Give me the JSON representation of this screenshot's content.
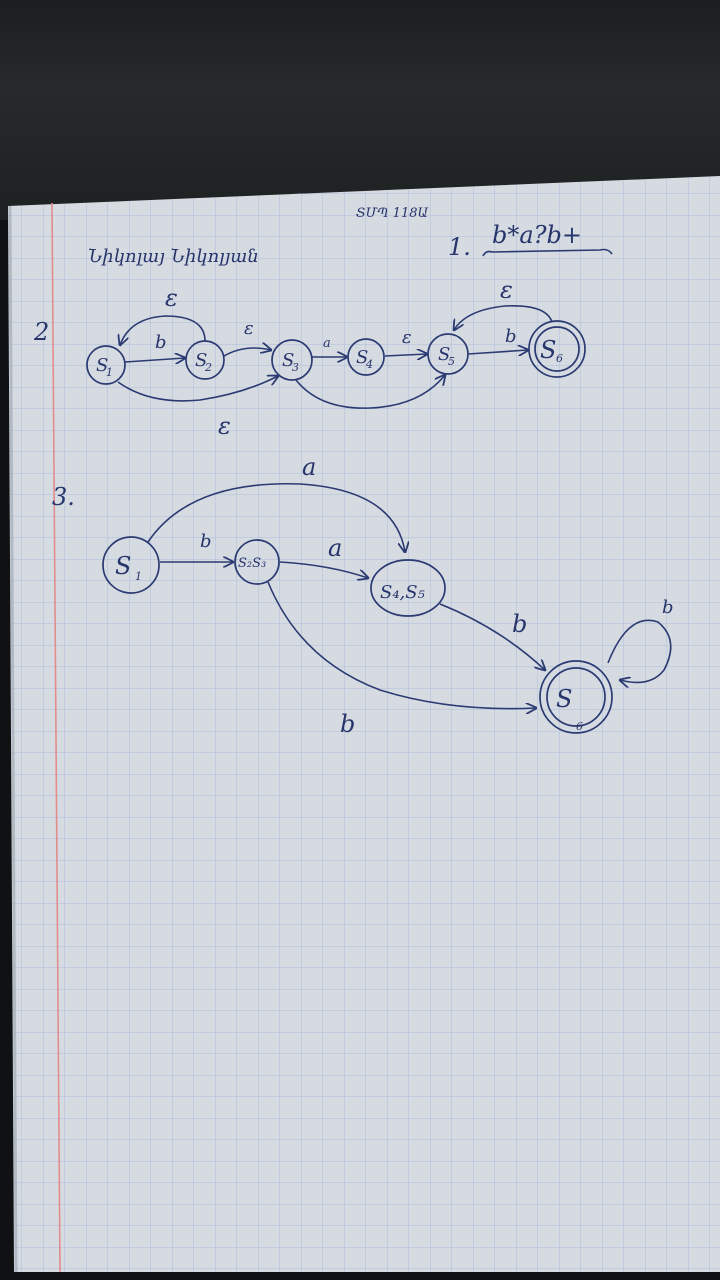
{
  "header": {
    "name": "Նիկոլայ Նիկոլյան",
    "group": "ՏՄՊ 118Ա",
    "task_number": "1.",
    "regex": "b*a?b+"
  },
  "diagram2": {
    "label": "2",
    "states": [
      {
        "name": "S",
        "sub": "1"
      },
      {
        "name": "S",
        "sub": "2"
      },
      {
        "name": "S",
        "sub": "3"
      },
      {
        "name": "S",
        "sub": "4"
      },
      {
        "name": "S",
        "sub": "5"
      },
      {
        "name": "S",
        "sub": "6"
      }
    ],
    "edges": {
      "s1_s2": "b",
      "s2_s1": "ε",
      "s2_s3": "ε",
      "s3_s4": "a",
      "s4_s5": "ε",
      "s5_s6": "b",
      "s6_s5": "ε",
      "s1_s3": "ε"
    }
  },
  "diagram3": {
    "label": "3.",
    "states": [
      {
        "name": "S",
        "sub": "1"
      },
      {
        "name": "S₂S₃",
        "sub": ""
      },
      {
        "name": "S₄,S₅",
        "sub": ""
      },
      {
        "name": "S",
        "sub": "6"
      }
    ],
    "edges": {
      "s1_s45": "a",
      "s1_s23": "b",
      "s23_s45": "a",
      "s45_s6": "b",
      "s23_s6": "b",
      "s6_self": "b"
    }
  },
  "colors": {
    "paper": "#d6dbe2",
    "grid": "#a7bcd8",
    "margin": "#e28c8c",
    "ink": "#2b3a72"
  }
}
